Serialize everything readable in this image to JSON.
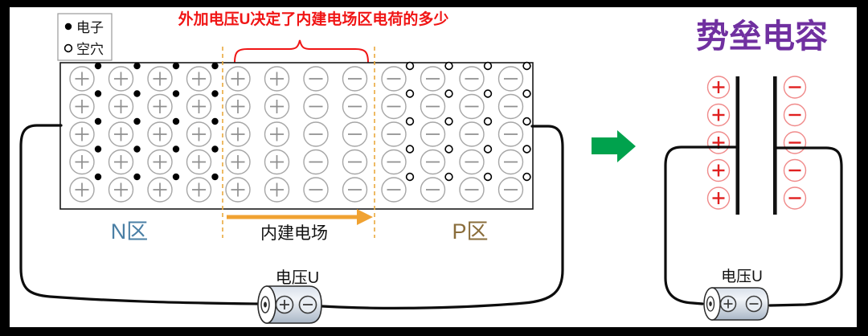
{
  "legend": {
    "electron_label": "电子",
    "hole_label": "空穴"
  },
  "annotation": {
    "text": "外加电压U决定了内建电场区电荷的多少",
    "color": "#f01515"
  },
  "junction": {
    "rows": 5,
    "columns": [
      {
        "charge": "+",
        "carrier": "electron"
      },
      {
        "charge": "+",
        "carrier": "electron"
      },
      {
        "charge": "+",
        "carrier": "electron"
      },
      {
        "charge": "+",
        "carrier": "electron"
      },
      {
        "charge": "+",
        "carrier": null
      },
      {
        "charge": "+",
        "carrier": null
      },
      {
        "charge": "−",
        "carrier": null
      },
      {
        "charge": "−",
        "carrier": null
      },
      {
        "charge": "−",
        "carrier": "hole"
      },
      {
        "charge": "−",
        "carrier": "hole"
      },
      {
        "charge": "−",
        "carrier": "hole"
      },
      {
        "charge": "−",
        "carrier": "hole"
      }
    ],
    "n_region_label": "N区",
    "n_region_color": "#4a7fa5",
    "p_region_label": "P区",
    "p_region_color": "#8a6d3b",
    "field_label": "内建电场",
    "field_arrow_color": "#f0a232",
    "boundary_dash_color": "#e9a93d"
  },
  "left_circuit": {
    "battery_label": "电压U",
    "battery_terminals": [
      "+",
      "−"
    ]
  },
  "transition_arrow": {
    "color": "#00a24d"
  },
  "capacitor": {
    "title": "势垒电容",
    "title_color": "#7030a0",
    "charge_color": "#e02020",
    "plate_charges_left": [
      "+",
      "+",
      "+",
      "+",
      "+"
    ],
    "plate_charges_right": [
      "−",
      "−",
      "−",
      "−",
      "−"
    ]
  },
  "right_circuit": {
    "battery_label": "电压U",
    "battery_terminals": [
      "+",
      "−"
    ]
  }
}
